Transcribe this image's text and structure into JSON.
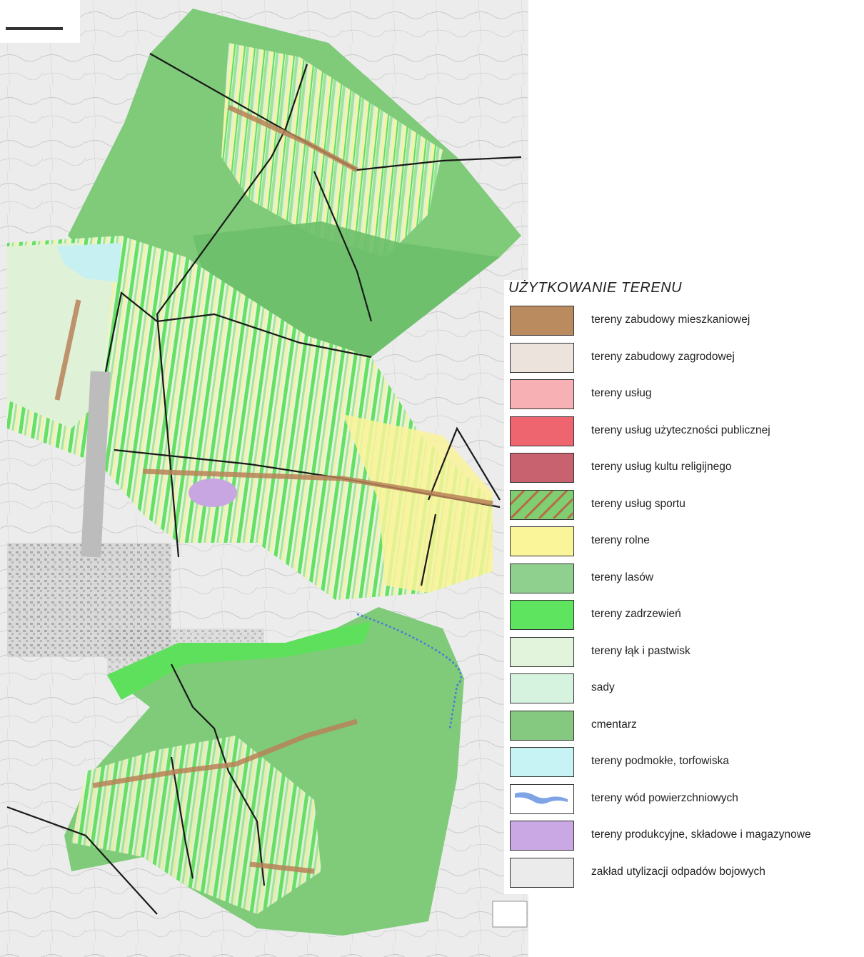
{
  "legend": {
    "title": "UŻYTKOWANIE TERENU",
    "items": [
      {
        "label": "tereny zabudowy mieszkaniowej",
        "color": "#b98b5e",
        "pattern": "solid"
      },
      {
        "label": "tereny zabudowy zagrodowej",
        "color": "#ece4dc",
        "pattern": "solid"
      },
      {
        "label": "tereny usług",
        "color": "#f7b1b4",
        "pattern": "solid"
      },
      {
        "label": "tereny usług użyteczności publicznej",
        "color": "#ee6570",
        "pattern": "solid"
      },
      {
        "label": "tereny usług kultu religijnego",
        "color": "#c9626f",
        "pattern": "solid"
      },
      {
        "label": "tereny usług sportu",
        "color": "#7fcf72",
        "pattern": "hatch",
        "hatch_color": "#b86a44"
      },
      {
        "label": "tereny rolne",
        "color": "#fbf59a",
        "pattern": "solid"
      },
      {
        "label": "tereny lasów",
        "color": "#8fd08f",
        "pattern": "solid"
      },
      {
        "label": "tereny zadrzewień",
        "color": "#5fe45f",
        "pattern": "solid"
      },
      {
        "label": "tereny łąk i pastwisk",
        "color": "#e2f4dc",
        "pattern": "solid"
      },
      {
        "label": "sady",
        "color": "#d6f3df",
        "pattern": "solid"
      },
      {
        "label": "cmentarz",
        "color": "#84c97f",
        "pattern": "solid"
      },
      {
        "label": "tereny podmokłe, torfowiska",
        "color": "#c8f3f4",
        "pattern": "solid"
      },
      {
        "label": "tereny wód powierzchniowych",
        "color": "#ffffff",
        "pattern": "water",
        "water_color": "#7ea4e6"
      },
      {
        "label": "tereny produkcyjne, składowe i magazynowe",
        "color": "#c9a8e3",
        "pattern": "solid"
      },
      {
        "label": "zakład utylizacji odpadów bojowych",
        "color": "#ebebeb",
        "pattern": "solid"
      }
    ]
  },
  "map": {
    "colors": {
      "background": "#e4e4e4",
      "forest": "#7fcb7a",
      "forest_dark": "#6dbf6a",
      "meadow": "#dff2d8",
      "arable": "#f9f39a",
      "thicket": "#5fe05c",
      "settlement": "#b88258",
      "boundary": "#1a1a1a",
      "wetland": "#c6f0f2",
      "industrial": "#c7a6e1",
      "water": "#4a7bd6",
      "urban": "#cfcfcf"
    }
  }
}
